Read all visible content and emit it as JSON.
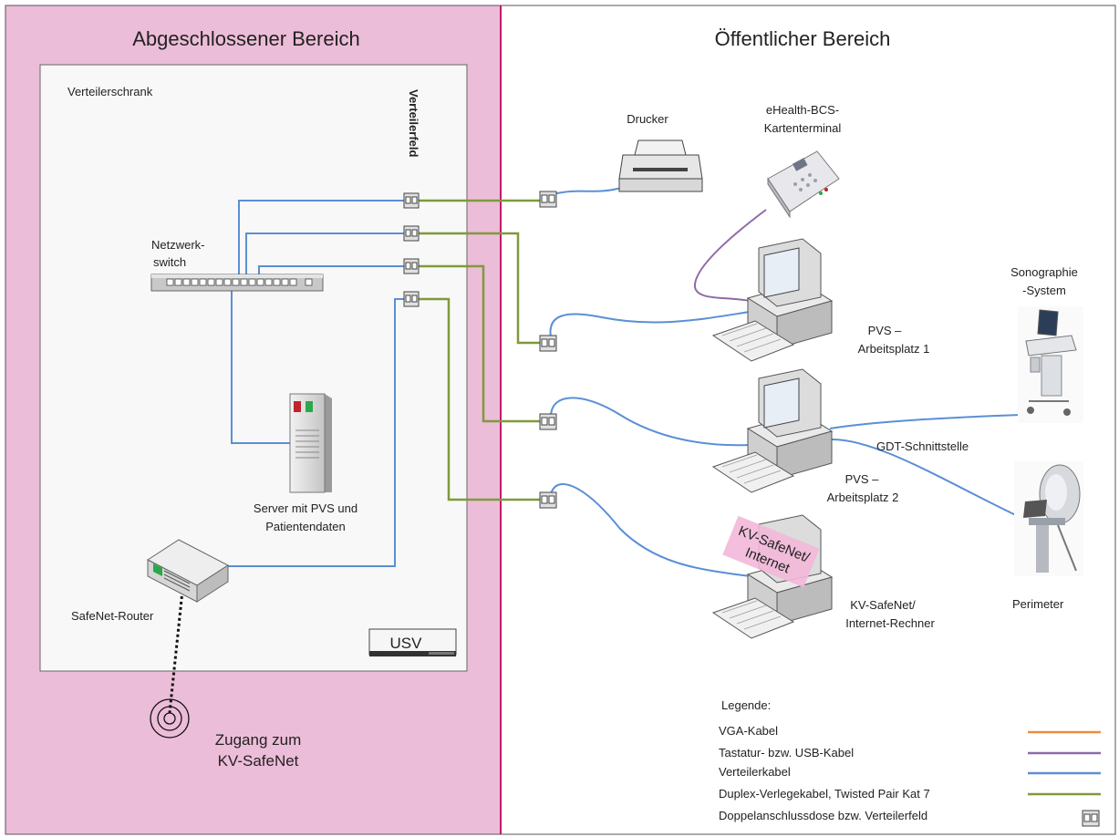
{
  "zones": {
    "restricted": "Abgeschlossener Bereich",
    "public": "Öffentlicher Bereich"
  },
  "cabinet": {
    "label": "Verteilerschrank",
    "patch_panel": "Verteilerfeld"
  },
  "devices": {
    "switch_line1": "Netzwerk-",
    "switch_line2": "switch",
    "server_line1": "Server mit PVS und",
    "server_line2": "Patientendaten",
    "router": "SafeNet-Router",
    "ups": "USV",
    "access_line1": "Zugang zum",
    "access_line2": "KV-SafeNet",
    "printer": "Drucker",
    "terminal_line1": "eHealth-BCS-",
    "terminal_line2": "Kartenterminal",
    "pc1_line1": "PVS –",
    "pc1_line2": "Arbeitsplatz 1",
    "pc2_line1": "PVS –",
    "pc2_line2": "Arbeitsplatz 2",
    "pc3_line1": "KV-SafeNet/",
    "pc3_line2": "Internet-Rechner",
    "pc3_sticker_line1": "KV-SafeNet/",
    "pc3_sticker_line2": "Internet",
    "sono_line1": "Sonographie",
    "sono_line2": "-System",
    "gdt": "GDT-Schnittstelle",
    "perimeter": "Perimeter"
  },
  "legend": {
    "title": "Legende:",
    "items": [
      {
        "label": "VGA-Kabel",
        "color": "#f08a3c"
      },
      {
        "label": "Tastatur- bzw. USB-Kabel",
        "color": "#8e6aa8"
      },
      {
        "label": "Verteilerkabel",
        "color": "#5b8fd6"
      },
      {
        "label": "Duplex-Verlegekabel, Twisted Pair Kat 7",
        "color": "#7f9a3a"
      },
      {
        "label": "Doppelanschlussdose bzw. Verteilerfeld",
        "color": "#555555"
      }
    ]
  },
  "colors": {
    "restricted_bg": "#ecbdd8",
    "divider": "#c2186b",
    "blue": "#5b8fd6",
    "green": "#7f9a3a",
    "purple": "#8e6aa8"
  }
}
